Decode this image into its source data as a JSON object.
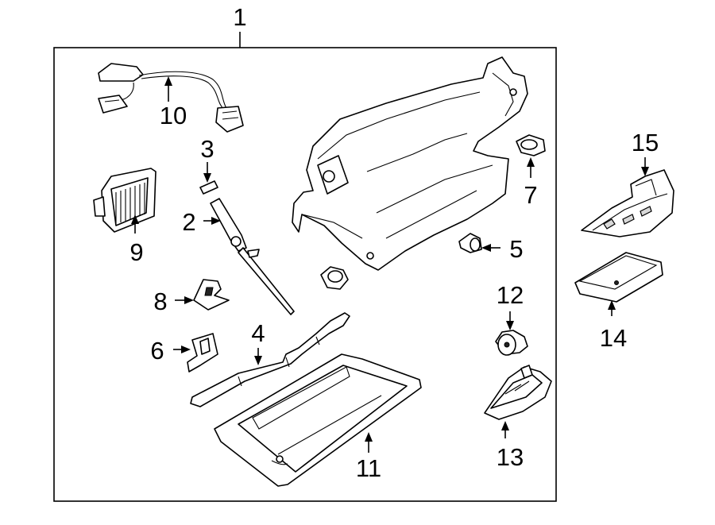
{
  "diagram": {
    "callouts": {
      "c1": "1",
      "c2": "2",
      "c3": "3",
      "c4": "4",
      "c5": "5",
      "c6": "6",
      "c7": "7",
      "c8": "8",
      "c9": "9",
      "c10": "10",
      "c11": "11",
      "c12": "12",
      "c13": "13",
      "c14": "14",
      "c15": "15"
    },
    "colors": {
      "line": "#000000",
      "background": "#ffffff",
      "shade": "#d9d9d9"
    }
  }
}
